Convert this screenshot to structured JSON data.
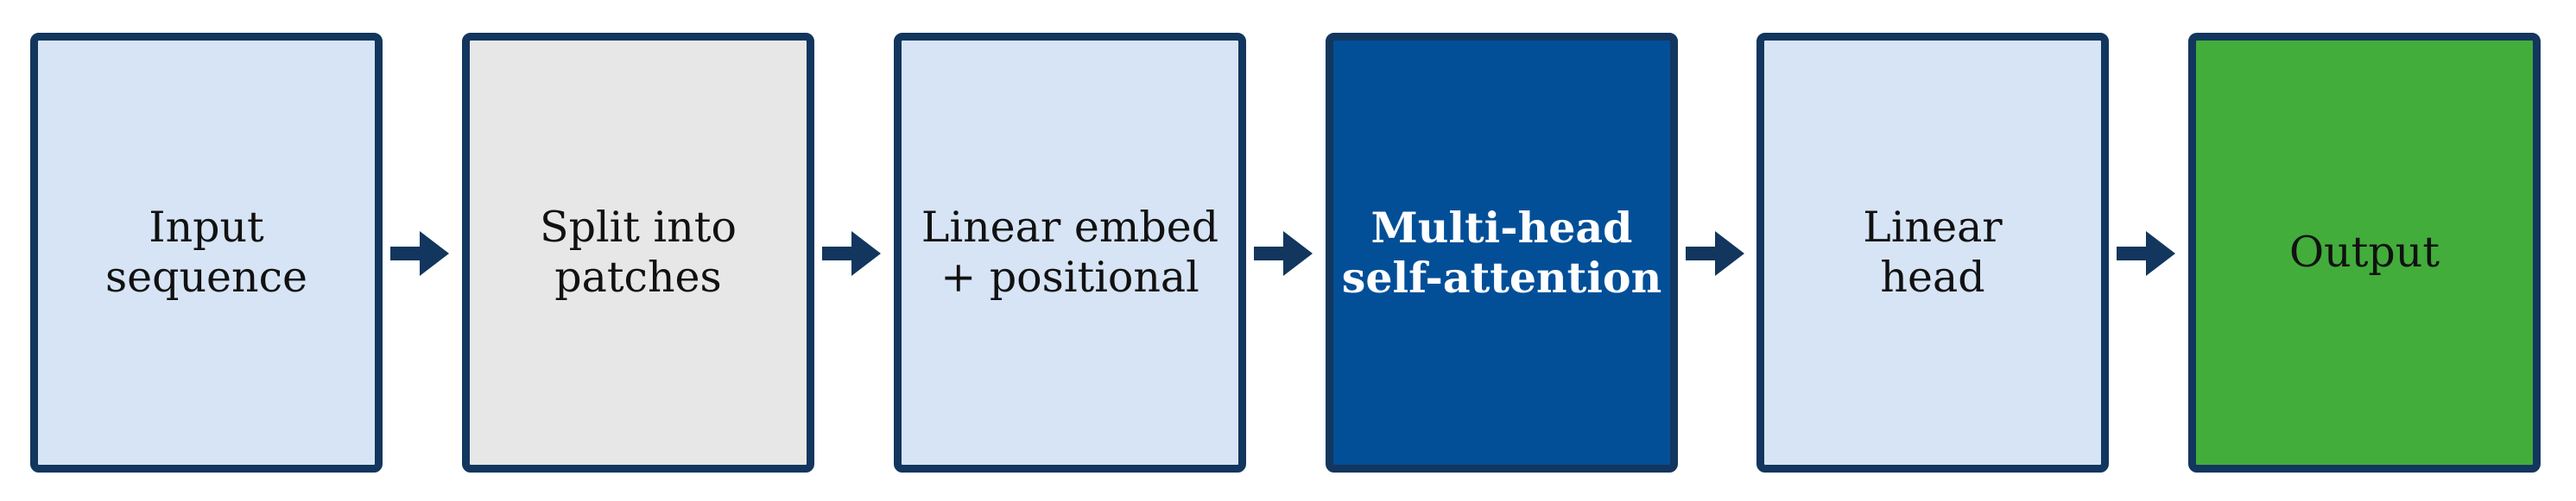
{
  "colors": {
    "border": "#12365e",
    "light_blue": "#d7e4f5",
    "light_gray": "#e7e7e7",
    "dark_blue": "#024f98",
    "green": "#42ad3b",
    "arrow": "#12365e",
    "text_dark": "#111111",
    "text_light": "#ffffff"
  },
  "steps": [
    {
      "label": "Input\nsequence",
      "fill": "#d7e4f5",
      "text_color": "#111111",
      "bold": false
    },
    {
      "label": "Split into\npatches",
      "fill": "#e7e7e7",
      "text_color": "#111111",
      "bold": false
    },
    {
      "label": "Linear embed\n+ positional",
      "fill": "#d7e4f5",
      "text_color": "#111111",
      "bold": false
    },
    {
      "label": "Multi-head\nself-attention",
      "fill": "#024f98",
      "text_color": "#ffffff",
      "bold": true
    },
    {
      "label": "Linear\nhead",
      "fill": "#d7e4f5",
      "text_color": "#111111",
      "bold": false
    },
    {
      "label": "Output",
      "fill": "#42ad3b",
      "text_color": "#111111",
      "bold": false
    }
  ],
  "connectors": [
    {
      "icon": "arrow-right-icon"
    },
    {
      "icon": "arrow-right-icon"
    },
    {
      "icon": "arrow-right-icon"
    },
    {
      "icon": "arrow-right-icon"
    },
    {
      "icon": "arrow-right-icon"
    }
  ]
}
